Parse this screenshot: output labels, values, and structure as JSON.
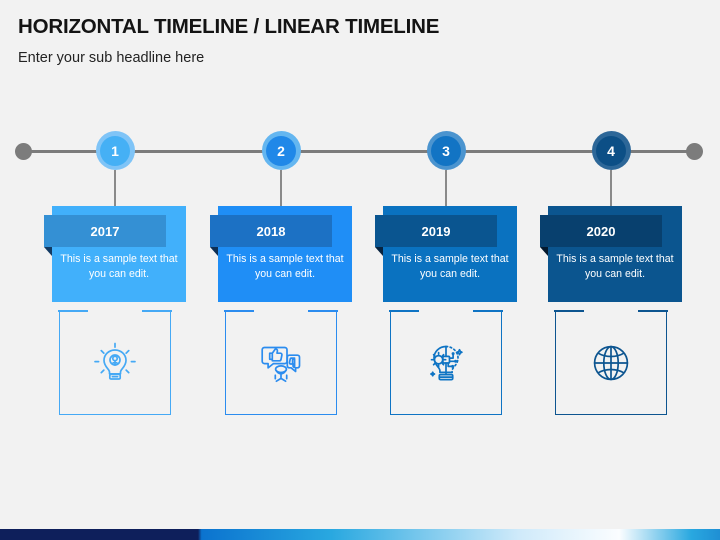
{
  "header": {
    "title": "HORIZONTAL TIMELINE / LINEAR TIMELINE",
    "subtitle": "Enter your sub headline here"
  },
  "theme": {
    "background": "#f2f2f2",
    "axis_color": "#7c7c7c",
    "stem_color": "#8a8a8a",
    "title_color": "#141414",
    "bottom_bar": {
      "navy": "#0e1f5b",
      "blue": "#0b73cf",
      "cyan": "#29a8e0",
      "light": "#cfeafa",
      "white": "#fbfdff",
      "end_blue": "#1f8fd4"
    }
  },
  "timeline": {
    "steps": [
      {
        "number": "1",
        "year": "2017",
        "text": "This is a sample text that you can edit.",
        "node_ring": "#7fc4f7",
        "node_fill": "#45b0f5",
        "card_body": "#41b0fb",
        "ribbon": "#3490d4",
        "fold": "#123a63",
        "icon": "lightbulb-idea-icon",
        "frame_color": "#45a9f5"
      },
      {
        "number": "2",
        "year": "2018",
        "text": "This is a sample text that you can edit.",
        "node_ring": "#64b6f0",
        "node_fill": "#2088e8",
        "card_body": "#1f8ef6",
        "ribbon": "#1c71c4",
        "fold": "#0d2f55",
        "icon": "feedback-review-icon",
        "frame_color": "#2b8cef"
      },
      {
        "number": "3",
        "year": "2019",
        "text": "This is a sample text that you can edit.",
        "node_ring": "#4b94cf",
        "node_fill": "#1274c4",
        "card_body": "#0a72c0",
        "ribbon": "#0a5590",
        "fold": "#07233f",
        "icon": "tech-bulb-circuit-icon",
        "frame_color": "#0f74c4"
      },
      {
        "number": "4",
        "year": "2020",
        "text": "This is a sample text that you can edit.",
        "node_ring": "#2d6798",
        "node_fill": "#0c4f86",
        "card_body": "#0b558f",
        "ribbon": "#08406e",
        "fold": "#04192e",
        "icon": "globe-icon",
        "frame_color": "#0d5590"
      }
    ]
  }
}
